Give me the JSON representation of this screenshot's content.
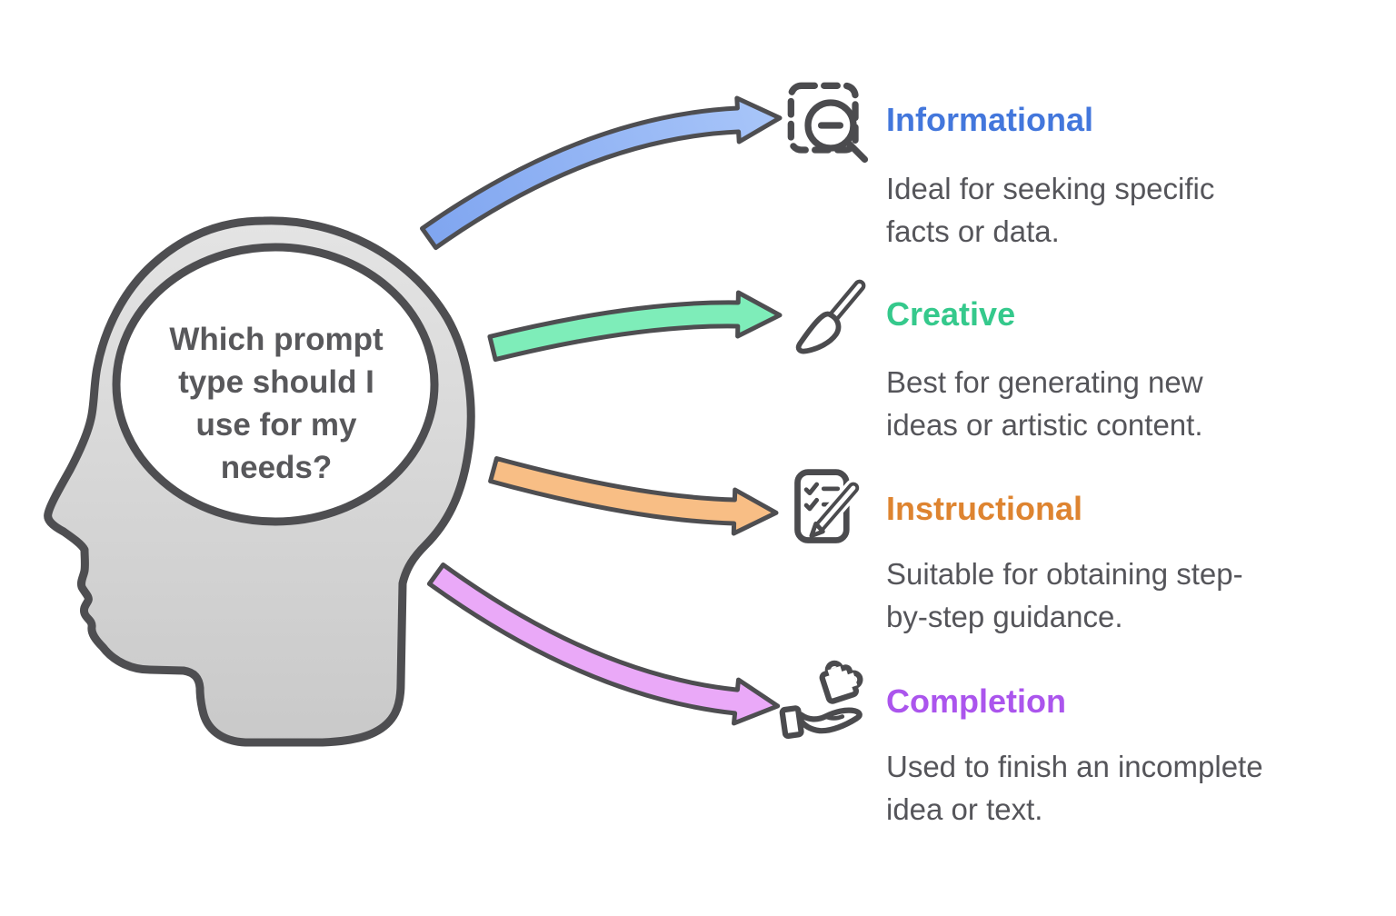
{
  "palette": {
    "background": "#ffffff",
    "outline": "#4E4E51",
    "icon_color": "#4B4B4E",
    "head_fill_top": "#E4E4E4",
    "head_fill_bottom": "#C9C9C9",
    "question_color": "#58585B",
    "desc_color": "#55555A"
  },
  "head": {
    "lines": [
      "Which prompt",
      "type should I",
      "use for my",
      "needs?"
    ]
  },
  "arrows": [
    {
      "name": "informational-arrow",
      "gradient_start": "#7FA5F0",
      "gradient_end": "#A9C6F9"
    },
    {
      "name": "creative-arrow",
      "fill": "#7EEDB9"
    },
    {
      "name": "instructional-arrow",
      "fill": "#F8BE85"
    },
    {
      "name": "completion-arrow",
      "fill": "#EAA9F8"
    }
  ],
  "sections": [
    {
      "id": "informational",
      "title": "Informational",
      "title_color": "#4377DC",
      "icon": "zoom-out-selection-icon",
      "desc_lines": [
        "Ideal for seeking specific",
        "facts or data."
      ]
    },
    {
      "id": "creative",
      "title": "Creative",
      "title_color": "#35C98C",
      "icon": "paintbrush-icon",
      "desc_lines": [
        "Best for generating new",
        "ideas or artistic content."
      ]
    },
    {
      "id": "instructional",
      "title": "Instructional",
      "title_color": "#DE8430",
      "icon": "clipboard-pencil-icon",
      "desc_lines": [
        "Suitable for obtaining step-",
        "by-step guidance."
      ]
    },
    {
      "id": "completion",
      "title": "Completion",
      "title_color": "#AB55ED",
      "icon": "hand-puzzle-icon",
      "desc_lines": [
        "Used to finish an incomplete",
        "idea or text."
      ]
    }
  ]
}
